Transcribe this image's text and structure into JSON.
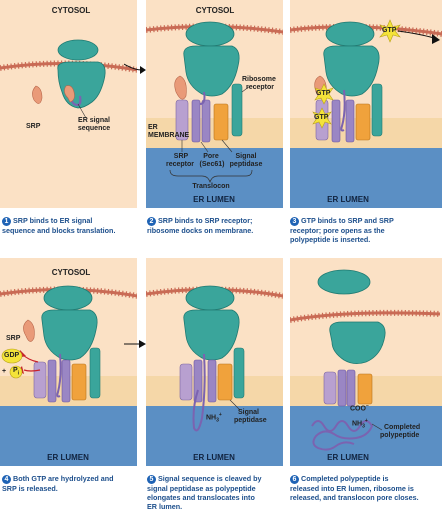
{
  "colors": {
    "cytosol": "#fbe1c5",
    "lumen": "#5b8fc4",
    "membrane": "#f5d7a8",
    "ribosome": "#3aa59b",
    "mrna": "#c96b55",
    "srp": "#e99a78",
    "receptor": "#b8a0d0",
    "translocon": "#9a86c4",
    "peptidase": "#f0a23c",
    "gtp": "#f4e33a",
    "caption": "#1d4f8c"
  },
  "panels": [
    {
      "cytosol": "CYTOSOL",
      "srp": "SRP",
      "er_signal": [
        "ER signal",
        "sequence"
      ],
      "caption_number": "1",
      "caption": [
        "SRP binds to ER signal",
        "sequence and blocks translation."
      ]
    },
    {
      "cytosol": "CYTOSOL",
      "ribosome_receptor": [
        "Ribosome",
        "receptor"
      ],
      "er_membrane": [
        "ER",
        "MEMBRANE"
      ],
      "srp_receptor": [
        "SRP",
        "receptor"
      ],
      "pore": [
        "Pore",
        "(Sec61)"
      ],
      "signal_peptidase": [
        "Signal",
        "peptidase"
      ],
      "translocon": "Translocon",
      "lumen": "ER LUMEN",
      "caption_number": "2",
      "caption": [
        "SRP binds to SRP receptor;",
        "ribosome docks on membrane."
      ]
    },
    {
      "gtp": "GTP",
      "gtp_bound_1": "GTP",
      "gtp_bound_2": "GTP",
      "lumen": "ER LUMEN",
      "caption_number": "3",
      "caption": [
        "GTP binds to SRP and SRP",
        "receptor; pore opens as the",
        "polypeptide is inserted."
      ]
    },
    {
      "cytosol": "CYTOSOL",
      "srp": "SRP",
      "gdp": "GDP",
      "plus": "+",
      "pi": "P",
      "pi_sub": "i",
      "lumen": "ER LUMEN",
      "caption_number": "4",
      "caption": [
        "Both GTP are hydrolyzed and",
        "SRP is released."
      ]
    },
    {
      "nh3": "NH",
      "nh3_sub": "3",
      "nh3_sup": "+",
      "signal_peptidase": [
        "Signal",
        "peptidase"
      ],
      "lumen": "ER LUMEN",
      "caption_number": "5",
      "caption": [
        "Signal sequence is cleaved by",
        "signal peptidase as polypeptide",
        "elongates and translocates into",
        "ER lumen."
      ]
    },
    {
      "coo": "COO",
      "coo_sup": "−",
      "nh3": "NH",
      "nh3_sub": "3",
      "nh3_sup": "+",
      "completed": [
        "Completed",
        "polypeptide"
      ],
      "lumen": "ER LUMEN",
      "caption_number": "6",
      "caption": [
        "Completed polypeptide is",
        "released into ER lumen, ribosome is",
        "released, and translocon pore closes."
      ]
    }
  ]
}
